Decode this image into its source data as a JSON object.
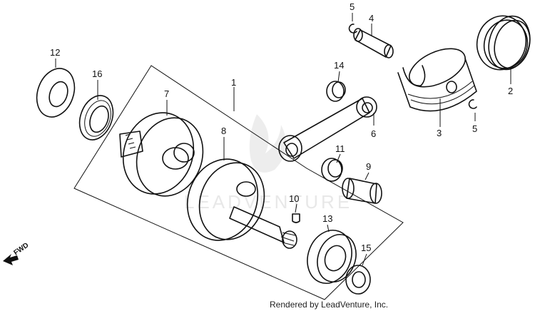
{
  "watermark": "LEADVENTURE",
  "credit": "Rendered by LeadVenture, Inc.",
  "direction_label": "FWD",
  "parts": {
    "p1": "1",
    "p2": "2",
    "p3": "3",
    "p4": "4",
    "p5a": "5",
    "p5b": "5",
    "p6": "6",
    "p7": "7",
    "p8": "8",
    "p9": "9",
    "p10": "10",
    "p11": "11",
    "p12": "12",
    "p13": "13",
    "p14": "14",
    "p15": "15",
    "p16": "16"
  }
}
